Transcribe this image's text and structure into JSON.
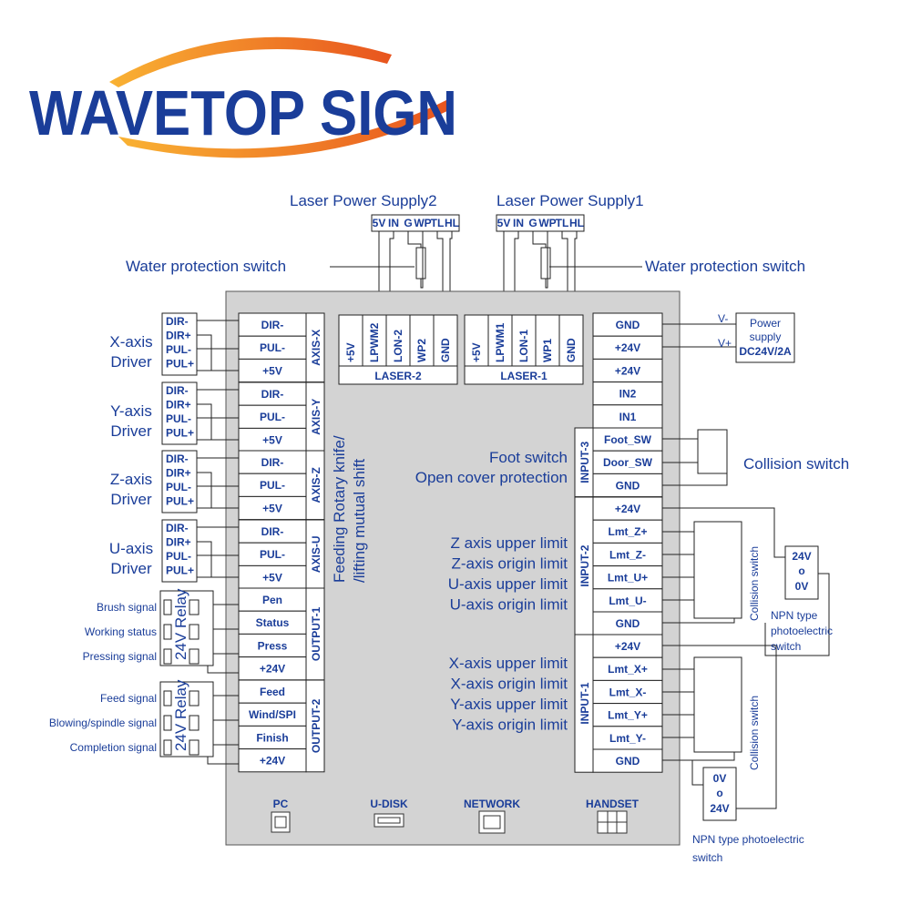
{
  "brand": {
    "name": "WAVETOP SIGN",
    "color": "#1a3d99",
    "accent": "#f07d1c"
  },
  "laser_supplies": [
    {
      "title": "Laser Power Supply2",
      "pins": [
        "5V",
        "IN",
        "G",
        "WP",
        "TL",
        "HL"
      ]
    },
    {
      "title": "Laser Power Supply1",
      "pins": [
        "5V",
        "IN",
        "G",
        "WP",
        "TL",
        "HL"
      ]
    }
  ],
  "water_switch_label": "Water protection switch",
  "laser_blocks": [
    {
      "name": "LASER-2",
      "pins": [
        "+5V",
        "LPWM2",
        "LON-2",
        "WP2",
        "GND"
      ]
    },
    {
      "name": "LASER-1",
      "pins": [
        "+5V",
        "LPWM1",
        "LON-1",
        "WP1",
        "GND"
      ]
    }
  ],
  "driver_pins": [
    "DIR-",
    "DIR+",
    "PUL-",
    "PUL+"
  ],
  "drivers": [
    {
      "label": "X-axis Driver"
    },
    {
      "label": "Y-axis Driver"
    },
    {
      "label": "Z-axis Driver"
    },
    {
      "label": "U-axis Driver"
    }
  ],
  "axis_blocks": [
    {
      "name": "AXIS-X",
      "pins": [
        "DIR-",
        "PUL-",
        "+5V"
      ]
    },
    {
      "name": "AXIS-Y",
      "pins": [
        "DIR-",
        "PUL-",
        "+5V"
      ]
    },
    {
      "name": "AXIS-Z",
      "pins": [
        "DIR-",
        "PUL-",
        "+5V"
      ]
    },
    {
      "name": "AXIS-U",
      "pins": [
        "DIR-",
        "PUL-",
        "+5V"
      ]
    }
  ],
  "output_blocks": [
    {
      "name": "OUTPUT-1",
      "pins": [
        "Pen",
        "Status",
        "Press",
        "+24V"
      ]
    },
    {
      "name": "OUTPUT-2",
      "pins": [
        "Feed",
        "Wind/SPI",
        "Finish",
        "+24V"
      ]
    }
  ],
  "relay_label": "24V Relay",
  "signals_1": [
    "Brush signal",
    "Working status",
    "Pressing signal"
  ],
  "signals_2": [
    "Feed signal",
    "Blowing/spindle signal",
    "Completion signal"
  ],
  "feeding_text": [
    "Feeding Rotary knife/",
    "/lifting  mutual shift"
  ],
  "right_blocks": [
    {
      "name": "",
      "pins": [
        "GND",
        "+24V",
        "+24V",
        "IN2",
        "IN1"
      ]
    },
    {
      "name": "INPUT-3",
      "pins": [
        "Foot_SW",
        "Door_SW",
        "GND"
      ]
    },
    {
      "name": "INPUT-2",
      "pins": [
        "+24V",
        "Lmt_Z+",
        "Lmt_Z-",
        "Lmt_U+",
        "Lmt_U-",
        "GND"
      ]
    },
    {
      "name": "INPUT-1",
      "pins": [
        "+24V",
        "Lmt_X+",
        "Lmt_X-",
        "Lmt_Y+",
        "Lmt_Y-",
        "GND"
      ]
    }
  ],
  "power_supply": {
    "title": [
      "Power",
      "supply"
    ],
    "rating": "DC24V/2A",
    "vminus": "V-",
    "vplus": "V+"
  },
  "input3_labels": [
    "Foot switch",
    "Open cover protection"
  ],
  "input2_labels": [
    "Z axis upper limit",
    "Z-axis origin limit",
    "U-axis upper limit",
    "U-axis origin limit"
  ],
  "input1_labels": [
    "X-axis upper limit",
    "X-axis origin limit",
    "Y-axis upper limit",
    "Y-axis origin limit"
  ],
  "collision_switch_label": "Collision switch",
  "collision_vertical_label": "Collision switch",
  "npn_box_1": [
    "24V",
    "o",
    "0V"
  ],
  "npn_box_2": [
    "0V",
    "o",
    "24V"
  ],
  "npn_label_1": [
    "NPN type",
    "photoelectric",
    "switch"
  ],
  "npn_label_2": [
    "NPN type photoelectric",
    "switch"
  ],
  "ports": [
    "PC",
    "U-DISK",
    "NETWORK",
    "HANDSET"
  ]
}
